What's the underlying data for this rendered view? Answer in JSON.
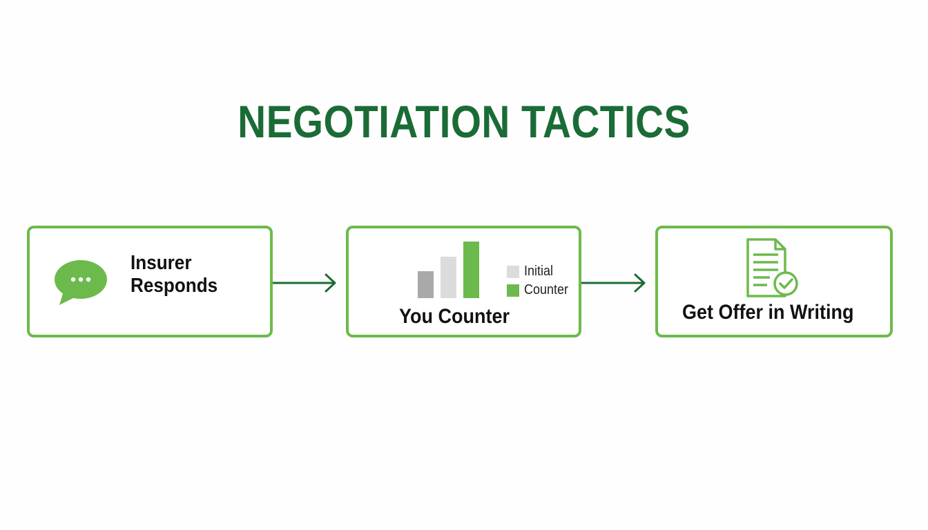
{
  "title": "NEGOTIATION TACTICS",
  "colors": {
    "title": "#1b6b36",
    "box_border": "#6dba4a",
    "arrow": "#1b6b36",
    "accent_green": "#6cba4c",
    "bar_light": "#dcdcdc",
    "bar_dark": "#a9a9a9"
  },
  "steps": [
    {
      "label": "Insurer\nResponds",
      "icon": "speech-bubble-icon"
    },
    {
      "label": "You Counter",
      "icon": "bar-chart-icon",
      "legend": [
        {
          "label": "Initial",
          "color": "#dcdcdc"
        },
        {
          "label": "Counter",
          "color": "#6cba4c"
        }
      ]
    },
    {
      "label": "Get Offer in Writing",
      "icon": "document-check-icon"
    }
  ]
}
